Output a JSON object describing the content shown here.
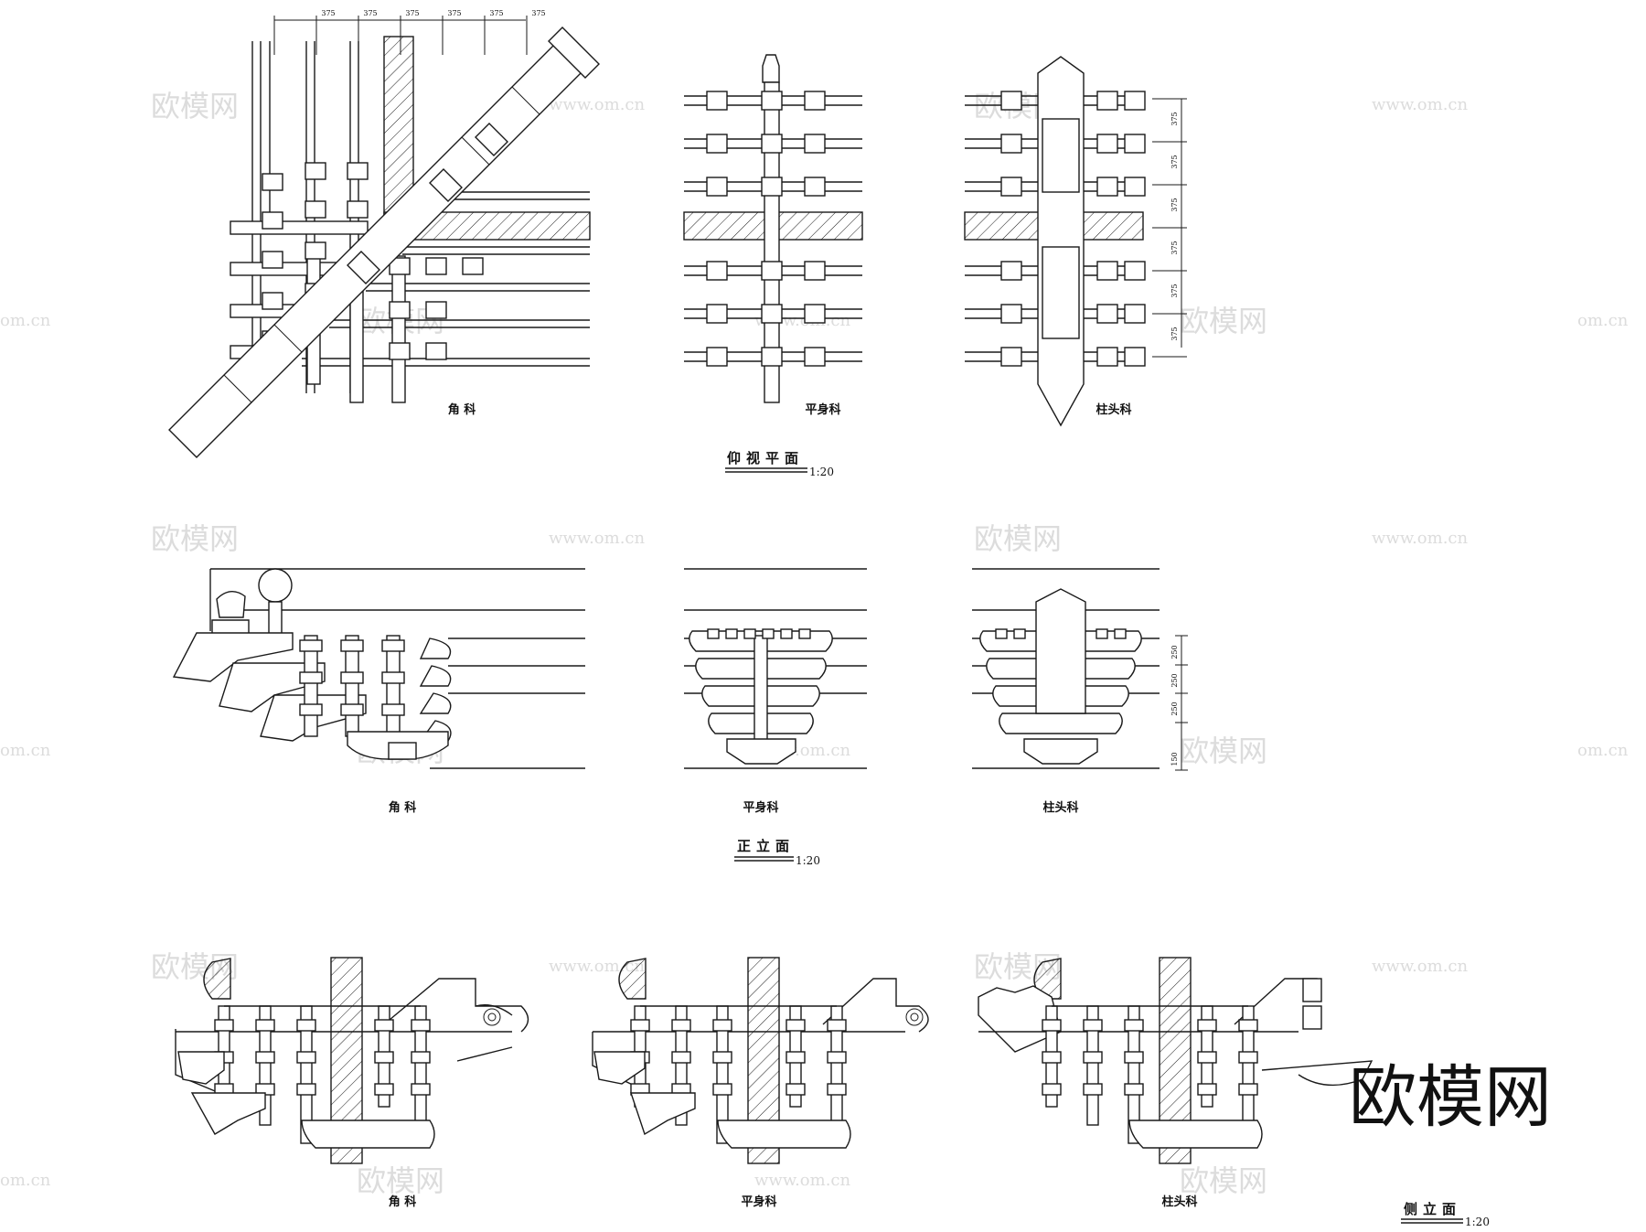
{
  "sheet": {
    "plan_section": {
      "title": "仰视平面",
      "scale": "1:20",
      "labels": {
        "corner": "角 科",
        "intermediate": "平身科",
        "column_head": "柱头科"
      },
      "top_dimensions": [
        "375",
        "375",
        "375",
        "375",
        "375",
        "375"
      ],
      "right_dimensions": [
        "375",
        "375",
        "375",
        "375",
        "375",
        "375"
      ]
    },
    "front_section": {
      "title": "正立面",
      "scale": "1:20",
      "labels": {
        "corner": "角 科",
        "intermediate": "平身科",
        "column_head": "柱头科"
      },
      "right_dimensions": [
        "250",
        "250",
        "250",
        "150"
      ]
    },
    "side_section": {
      "title": "侧立面",
      "scale": "1:20",
      "labels": {
        "corner": "角 科",
        "intermediate": "平身科",
        "column_head": "柱头科"
      }
    }
  },
  "watermarks": {
    "brand_mark": "欧模网",
    "site_url": "www.om.cn",
    "edge_fragment": "om.cn"
  },
  "colors": {
    "line": "#1a1a1a",
    "watermark": "#dcdcdc",
    "background": "#ffffff"
  }
}
